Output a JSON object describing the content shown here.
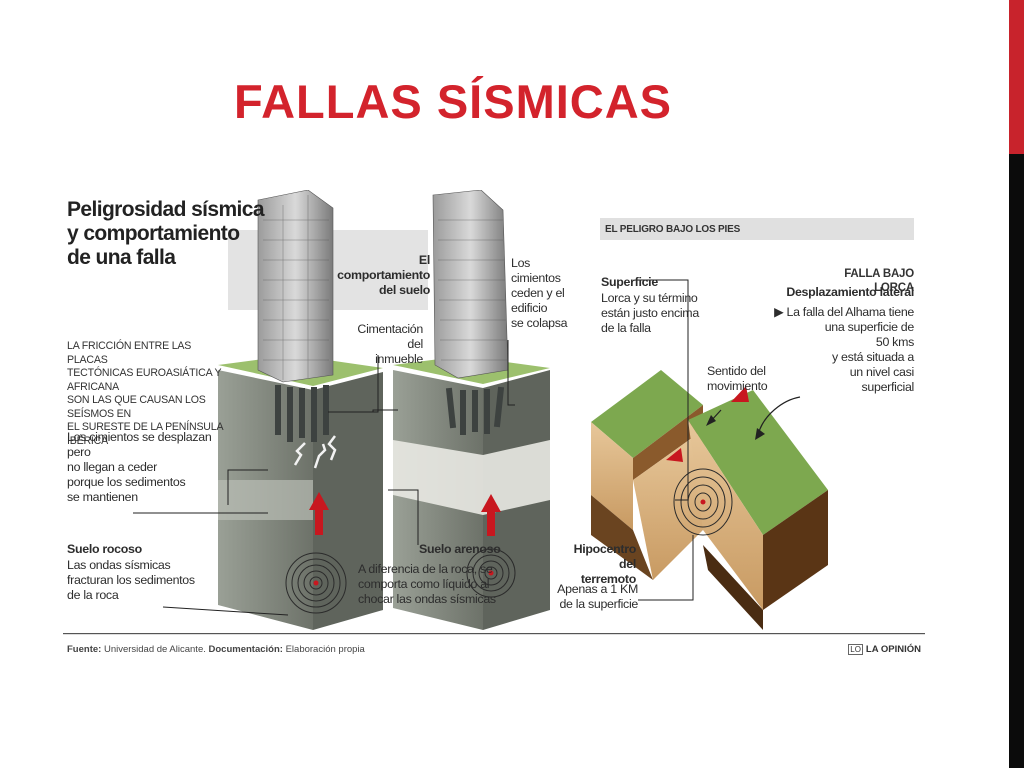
{
  "slide": {
    "title": "FALLAS SÍSMICAS",
    "colors": {
      "accent_red": "#d3232c",
      "side_bar_black": "#0b0b0b"
    }
  },
  "infographic": {
    "heading": "Peligrosidad sísmica\ny comportamiento\nde una falla",
    "friction_text": "LA FRICCIÓN ENTRE LAS PLACAS\nTECTÓNICAS EUROASIÁTICA Y AFRICANA\nSON LAS QUE CAUSAN LOS SEÍSMOS EN\nEL SURESTE DE LA PENÍNSULA IBÉRICA",
    "foundations_hold": "Los cimientos se desplazan pero\nno llegan a ceder\nporque los sedimentos\nse mantienen",
    "rocky_soil_label": "Suelo rocoso",
    "rocky_soil_text": "Las ondas sísmicas\nfracturan los sedimentos\nde la roca",
    "soil_behavior_label": "El comportamiento\ndel suelo",
    "foundation_label": "Cimentación del\ninmueble",
    "foundations_collapse": "Los cimientos\nceden y el\nedificio\nse colapsa",
    "sandy_soil_label": "Suelo arenoso",
    "sandy_soil_text": "A diferencia de la roca, se\ncomporta como líquido al\nchocar las ondas sísmicas",
    "danger_header": "EL PELIGRO BAJO LOS PIES",
    "surface_label": "Superficie",
    "surface_text": "Lorca y su término\nestán justo encima\nde la falla",
    "movement_label": "Sentido del movimiento",
    "fault_title": "FALLA BAJO LORCA",
    "lateral_label": "Desplazamiento lateral",
    "lateral_text": "▶ La falla del Alhama tiene\nuna superficie de\n50 kms\ny está situada a\nun nivel casi\nsuperficial",
    "hypocenter_label": "Hipocentro\ndel terremoto",
    "hypocenter_text": "Apenas a 1 KM\nde la superficie",
    "source_label": "Fuente:",
    "source_value": "Universidad de Alicante.",
    "doc_label": "Documentación:",
    "doc_value": "Elaboración propia",
    "publisher": "LA OPINIÓN",
    "publisher_mark": "LO"
  }
}
